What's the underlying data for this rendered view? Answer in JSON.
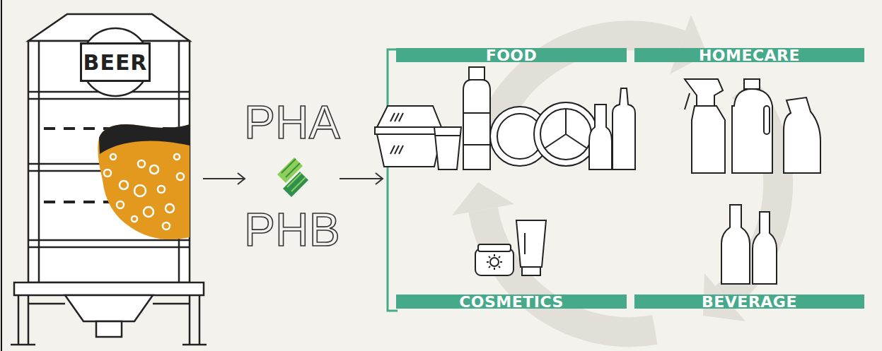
{
  "diagram": {
    "nodes": [
      {
        "text": [
          "BEER"
        ]
      },
      {
        "text": [
          "FOOD"
        ]
      },
      {
        "text": [
          "HOMECARE"
        ]
      },
      {
        "text": [
          "COSMETICS"
        ]
      },
      {
        "text": [
          "BEVERAGE"
        ]
      }
    ],
    "labels": [
      "PHA",
      "PHB"
    ]
  }
}
